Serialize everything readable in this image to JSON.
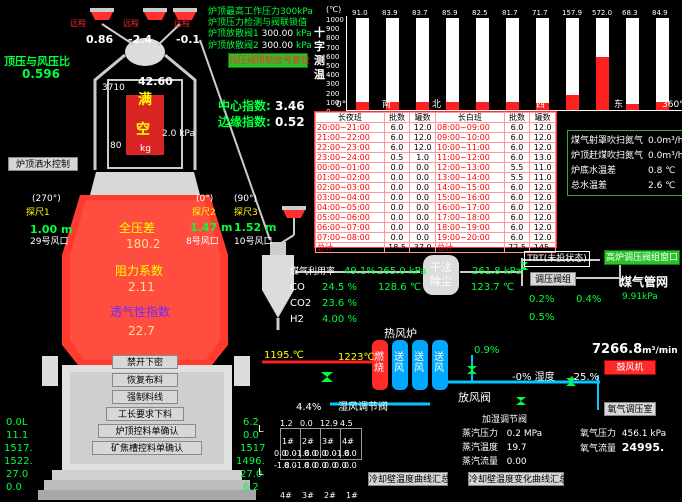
{
  "top_left": {
    "valves": [
      {
        "label": "远程",
        "value": "0.86"
      },
      {
        "label": "远程",
        "value": "-2.4"
      },
      {
        "label": "远程",
        "value": "-0.1"
      }
    ],
    "ratio_label": "顶压与风压比",
    "ratio_value": "0.596"
  },
  "top_status": {
    "lines": [
      {
        "label": "炉顶最高工作压力",
        "value": "300kPa"
      },
      {
        "label": "炉顶压力检测与阀联锁值",
        "value": ""
      },
      {
        "label": "炉顶放散阀1",
        "value": "300.00",
        "unit": "kPa"
      },
      {
        "label": "炉顶放散阀2",
        "value": "300.00",
        "unit": "kPa"
      }
    ],
    "interlock_btn": "均压阀限制信号复位"
  },
  "furnace": {
    "sensors": {
      "s1": "3710",
      "s2": "42.60"
    },
    "full_label": "满",
    "empty_label": "空",
    "valve_a": "80",
    "valve_b": "2.0",
    "valve_b_unit": "kPa",
    "kg_label": "kg",
    "center_index_label": "中心指数:",
    "center_index": "3.46",
    "edge_index_label": "边缘指数:",
    "edge_index": "0.52",
    "spray_btn": "炉顶洒水控制",
    "probe1": {
      "angle": "(270°)",
      "name": "探尺1",
      "value": "1.00",
      "unit": "m",
      "tuyere": "29号风口"
    },
    "probe2": {
      "angle": "(0°)",
      "name": "探尺2",
      "value": "1.47",
      "unit": "m",
      "tuyere": "8号风口"
    },
    "probe3": {
      "angle": "(90°)",
      "name": "探尺3",
      "value": "1.52",
      "unit": "m",
      "tuyere": "10号风口"
    },
    "full_pressure_diff": "全压差",
    "full_pressure_diff_value": "180.2",
    "resistance": "阻力系数",
    "resistance_value": "2.11",
    "permeability": "透气性指数",
    "permeability_value": "22.7",
    "left_values": [
      "0.0L",
      "11.1",
      "1517.",
      "1522.",
      "27.0",
      "0.0"
    ],
    "right_values": [
      "6.2",
      "0.0",
      "1517",
      "1496.",
      "27.0",
      "6.2"
    ],
    "left_tags": [
      "L",
      "L"
    ],
    "buttons": [
      "禁开下密",
      "恢复布料",
      "强制料线",
      "工长要求下料",
      "炉顶控料单确认",
      "矿焦槽控料单确认"
    ]
  },
  "temp_chart": {
    "title": "十字测温",
    "ylabel_top": "(℃)",
    "y_ticks": [
      "1000",
      "900",
      "800",
      "700",
      "600",
      "500",
      "400",
      "300",
      "200",
      "100",
      "0"
    ],
    "x_labels": [
      "0°",
      "南",
      "北",
      "西",
      "东",
      "360°"
    ],
    "values": [
      91.0,
      83.9,
      83.7,
      85.9,
      82.5,
      81.7,
      71.7,
      157.9,
      572.0,
      68.3,
      84.9
    ]
  },
  "batch_table": {
    "headers": [
      "长夜班",
      "批数",
      "罐数",
      "长白班",
      "批数",
      "罐数"
    ],
    "rows": [
      [
        "20:00~21:00",
        "6.0",
        "12.0",
        "08:00~09:00",
        "6.0",
        "12.0"
      ],
      [
        "21:00~22:00",
        "6.0",
        "12.0",
        "09:00~10:00",
        "6.0",
        "12.0"
      ],
      [
        "22:00~23:00",
        "6.0",
        "12.0",
        "10:00~11:00",
        "6.0",
        "12.0"
      ],
      [
        "23:00~24:00",
        "0.5",
        "1.0",
        "11:00~12:00",
        "6.0",
        "13.0"
      ],
      [
        "00:00~01:00",
        "0.0",
        "0.0",
        "12:00~13:00",
        "5.5",
        "11.0"
      ],
      [
        "01:00~02:00",
        "0.0",
        "0.0",
        "13:00~14:00",
        "5.5",
        "11.0"
      ],
      [
        "02:00~03:00",
        "0.0",
        "0.0",
        "14:00~15:00",
        "6.0",
        "12.0"
      ],
      [
        "03:00~04:00",
        "0.0",
        "0.0",
        "15:00~16:00",
        "6.0",
        "12.0"
      ],
      [
        "04:00~05:00",
        "0.0",
        "0.0",
        "16:00~17:00",
        "6.0",
        "12.0"
      ],
      [
        "05:00~06:00",
        "0.0",
        "0.0",
        "17:00~18:00",
        "6.0",
        "12.0"
      ],
      [
        "06:00~07:00",
        "0.0",
        "0.0",
        "18:00~19:00",
        "6.0",
        "12.0"
      ],
      [
        "07:00~08:00",
        "0.0",
        "0.0",
        "19:00~20:00",
        "6.0",
        "12.0"
      ],
      [
        "总计",
        "18.5",
        "37.0",
        "总计",
        "72.5",
        "145."
      ]
    ]
  },
  "right_info": {
    "rows": [
      {
        "label": "煤气射罩吹扫氮气",
        "value": "0.0",
        "unit": "m³/h"
      },
      {
        "label": "炉顶赶煤吹扫氮气",
        "value": "0.0",
        "unit": "m³/h"
      },
      {
        "label": "炉底水温差",
        "value": "0.8",
        "unit": "℃"
      },
      {
        "label": "总水温差",
        "value": "2.6",
        "unit": "℃"
      }
    ]
  },
  "gas": {
    "util_label": "煤气利用率",
    "util_value": "49.1",
    "util_unit": "%",
    "p1_value": "265.0",
    "p1_unit": "kPa",
    "dry_dust": "干法除尘",
    "p2_value": "261.8",
    "p2_unit": "kPa",
    "trt_label": "TRT(未投状态)",
    "valve_group": "调压阀组",
    "pct1": "0.2",
    "pct2": "0.4",
    "pct3": "0.5",
    "pct_unit": "%",
    "pipe_label": "煤气管网",
    "pipe_value": "9.91",
    "pipe_unit": "kPa",
    "blast_btn": "高炉调压阀组窗口",
    "co_label": "CO",
    "co_value": "24.5",
    "co_unit": "%",
    "co2_label": "CO2",
    "co2_value": "23.6",
    "co2_unit": "%",
    "h2_label": "H2",
    "h2_value": "4.00",
    "h2_unit": "%",
    "t1_value": "128.6",
    "t1_unit": "℃",
    "t2_value": "123.7",
    "t2_unit": "℃"
  },
  "hot_blast": {
    "stove_label": "热风炉",
    "stoves": [
      "燃烧",
      "送风",
      "送风",
      "送风"
    ],
    "temp_left": "1195.",
    "temp_left_unit": "℃",
    "temp_right": "1223℃",
    "humid_label": "4.4%",
    "humid_valve": "湿风调节阀",
    "cold_pct": "0.9%",
    "release_valve": "放风阀",
    "humid_adjust": "加湿调节阀",
    "wetness": "-0%",
    "wetness_label": "湿度",
    "wetness2": "-25.%",
    "flow": "7266.8",
    "flow_unit": "m³/min",
    "blower_btn": "鼓风机",
    "oxygen_btn": "氧气调压室",
    "steam_pressure_label": "蒸汽压力",
    "steam_pressure": "0.2",
    "steam_pressure_unit": "MPa",
    "steam_temp_label": "蒸汽温度",
    "steam_temp": "19.7",
    "steam_flow_label": "蒸汽流量",
    "steam_flow": "0.00",
    "o2_pressure_label": "氧气压力",
    "o2_pressure": "456.1",
    "o2_pressure_unit": "kPa",
    "o2_flow_label": "氧气流量",
    "o2_flow": "24995."
  },
  "bottom": {
    "grid_top": [
      "1.2",
      "0.0",
      "12.9",
      "4.5"
    ],
    "grid_mid": [
      "0.0",
      "0.0",
      "-1.8",
      "0.0",
      "0.0",
      "0.0",
      "-1.8",
      "0.0"
    ],
    "grid_bot": [
      "-1.8",
      "0.0",
      "-1.8",
      "0.0",
      "0.0",
      "0.0",
      "0.0",
      "0.0"
    ],
    "mouths": [
      "1#",
      "2#",
      "3#",
      "4#"
    ],
    "mouth_bottom": [
      "4#",
      "3#",
      "2#",
      "1#"
    ],
    "cool_btn1": "冷却壁温度曲线汇总",
    "cool_btn2": "冷却壁温度变化曲线汇总"
  },
  "colors": {
    "green": "#00ff3c",
    "red": "#ff2020",
    "cyan": "#00ffff",
    "yellow": "#ffff00"
  }
}
